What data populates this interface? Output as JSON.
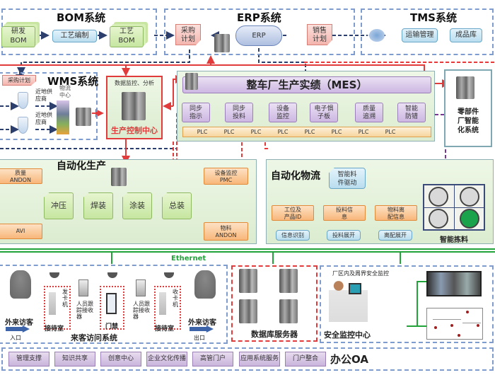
{
  "bom": {
    "title": "BOM系统",
    "rd_bom": [
      "研发",
      "BOM"
    ],
    "process": "工艺编制",
    "proc_bom": [
      "工艺",
      "BOM"
    ]
  },
  "erp": {
    "title": "ERP系统",
    "purchase": [
      "采购",
      "计划"
    ],
    "erp": "ERP",
    "sales": [
      "销售",
      "计划"
    ]
  },
  "tms": {
    "title": "TMS系统",
    "transport": "运输管理",
    "warehouse": "成品库"
  },
  "wms": {
    "title": "WMS系统",
    "purchase_plan": "采购计划",
    "supplier1": [
      "近地供",
      "应商"
    ],
    "supplier2": [
      "近地供",
      "应商"
    ],
    "logistics": [
      "物流",
      "中心"
    ]
  },
  "control_center": {
    "top": "数据监控、分析",
    "title": "生产控制中心"
  },
  "mes": {
    "title": "整车厂生产实绩（MES）",
    "modules": [
      [
        "同步",
        "指示"
      ],
      [
        "同步",
        "投料"
      ],
      [
        "设备",
        "监控"
      ],
      [
        "电子惧",
        "子板"
      ],
      [
        "质量",
        "追溯"
      ],
      [
        "智能",
        "防错"
      ]
    ],
    "plc": [
      "PLC",
      "PLC",
      "PLC",
      "PLC",
      "PLC",
      "PLC",
      "PLC",
      "PLC"
    ]
  },
  "parts_factory": [
    "零部件",
    "厂智能",
    "化系统"
  ],
  "auto_production": {
    "title": "自动化生产",
    "quality_andon": [
      "质量",
      "ANDON"
    ],
    "pmc": [
      "设备监控",
      "PMC"
    ],
    "processes": [
      "冲压",
      "焊装",
      "涂装",
      "总装"
    ],
    "avi": "AVI",
    "material_andon": [
      "物料",
      "ANDON"
    ]
  },
  "auto_logistics": {
    "title": "自动化物流",
    "driver": [
      "智能料",
      "件驱动"
    ],
    "info": [
      [
        "工位及",
        "产品ID"
      ],
      [
        "投料信",
        "息"
      ],
      [
        "物料离",
        "配信息"
      ]
    ],
    "sources": [
      "信息识别",
      "投料展开",
      "离配展开"
    ],
    "picking": "智能拣料"
  },
  "network": {
    "label": "Ethernet"
  },
  "visitor": {
    "title": "来客访问系统",
    "visitor_in": "外来访客",
    "entrance": "入口",
    "card_issue": [
      "发",
      "卡",
      "机"
    ],
    "reception1": "接待室",
    "tracker1": [
      "人员跟",
      "踪接收",
      "器"
    ],
    "gate": "门禁",
    "tracker2": [
      "人员跟",
      "踪接收",
      "器"
    ],
    "card_collect": [
      "收",
      "卡",
      "机"
    ],
    "reception2": "接待室",
    "visitor_out": "外来访客",
    "exit": "出口"
  },
  "db": {
    "title": "数据库服务器"
  },
  "security": {
    "top": "厂区内及周界安全监控",
    "title": "安全监控中心"
  },
  "oa": {
    "title": "办公OA",
    "items": [
      "管理支撑",
      "知识共享",
      "创意中心",
      "企业文化传播",
      "高管门户",
      "应用系统服务",
      "门户整合"
    ]
  },
  "colors": {
    "ethernet": "#21a33a",
    "control": "#e23b3b",
    "flow": "#7a3596",
    "frame": "#7f9ccf"
  }
}
